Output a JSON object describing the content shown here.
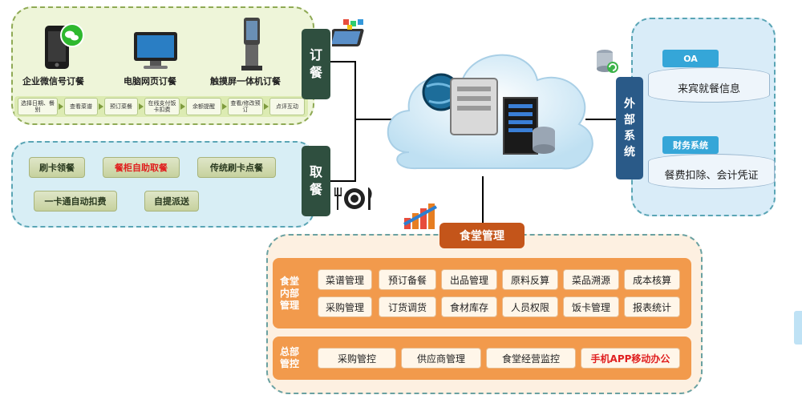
{
  "ordering": {
    "tag": [
      "订",
      "餐"
    ],
    "devices": [
      {
        "label": "企业微信号订餐",
        "icon": "phone-wechat-icon"
      },
      {
        "label": "电脑网页订餐",
        "icon": "monitor-icon"
      },
      {
        "label": "触摸屏一体机订餐",
        "icon": "kiosk-icon"
      }
    ],
    "steps": [
      "选择日期、餐别",
      "查看菜谱",
      "预订菜餐",
      "在线支付饭卡扣费",
      "余额提醒",
      "查看/修改预订",
      "点评互动"
    ]
  },
  "pickup": {
    "tag": [
      "取",
      "餐"
    ],
    "methods": [
      "刷卡领餐",
      "餐柜自助取餐",
      "传统刷卡点餐",
      "一卡通自动扣费",
      "自提派送"
    ]
  },
  "external": {
    "tag": [
      "外",
      "部",
      "系",
      "统"
    ],
    "systems": [
      {
        "title": "OA",
        "desc": "来宾就餐信息"
      },
      {
        "title": "财务系统",
        "desc": "餐费扣除、会计凭证"
      }
    ]
  },
  "management": {
    "title": "食堂管理",
    "internal_label": [
      "食堂",
      "内部",
      "管理"
    ],
    "internal_row1": [
      "菜谱管理",
      "预订备餐",
      "出品管理",
      "原料反算",
      "菜品溯源",
      "成本核算"
    ],
    "internal_row2": [
      "采购管理",
      "订货调货",
      "食材库存",
      "人员权限",
      "饭卡管理",
      "报表统计"
    ],
    "hq_label": [
      "总部",
      "管控"
    ],
    "hq_row": [
      "采购管控",
      "供应商管理",
      "食堂经营监控",
      "手机APP移动办公"
    ]
  },
  "colors": {
    "highlight_red": "#e02020",
    "dark_green": "#2f4f3f",
    "blue_tag": "#2a5a88",
    "orange": "#f29a4c",
    "title_orange": "#c4551a"
  }
}
